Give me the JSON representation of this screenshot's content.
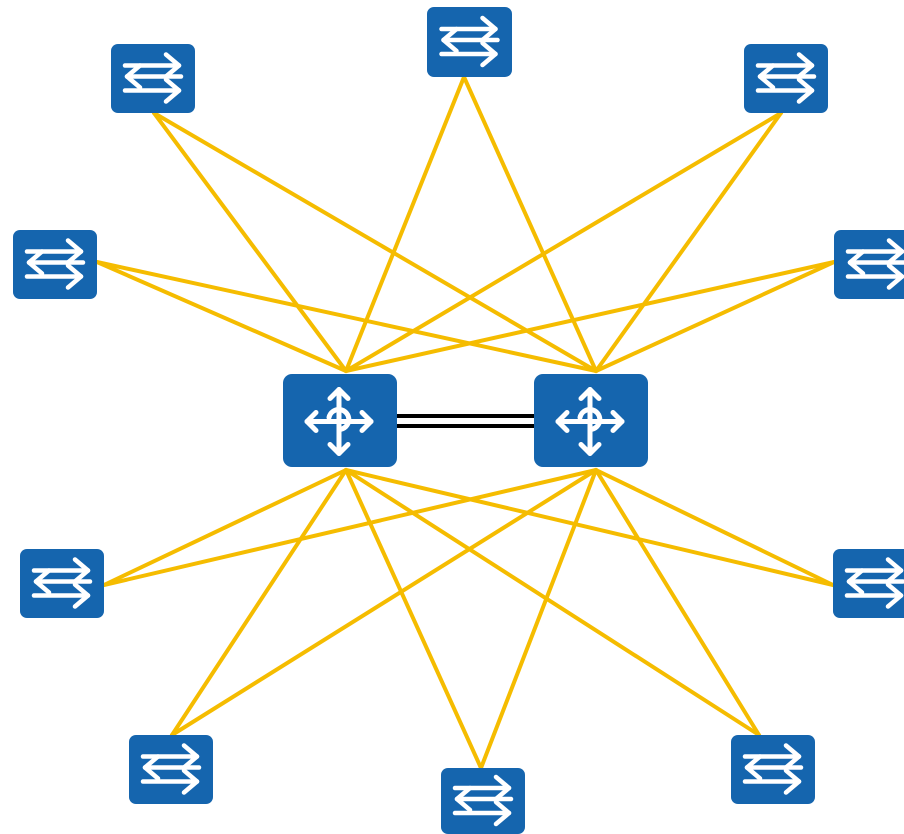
{
  "colors": {
    "link": "#F5BC00",
    "device": "#1565AE",
    "icon": "#FFFFFF",
    "interlink": "#000000"
  },
  "nodes": [
    {
      "id": "router-1",
      "kind": "router",
      "icon": "router-icon"
    },
    {
      "id": "router-2",
      "kind": "router",
      "icon": "router-icon"
    },
    {
      "id": "switch-1",
      "kind": "switch",
      "icon": "switch-icon"
    },
    {
      "id": "switch-2",
      "kind": "switch",
      "icon": "switch-icon"
    },
    {
      "id": "switch-3",
      "kind": "switch",
      "icon": "switch-icon"
    },
    {
      "id": "switch-4",
      "kind": "switch",
      "icon": "switch-icon"
    },
    {
      "id": "switch-5",
      "kind": "switch",
      "icon": "switch-icon"
    },
    {
      "id": "switch-6",
      "kind": "switch",
      "icon": "switch-icon"
    },
    {
      "id": "switch-7",
      "kind": "switch",
      "icon": "switch-icon"
    },
    {
      "id": "switch-8",
      "kind": "switch",
      "icon": "switch-icon"
    },
    {
      "id": "switch-9",
      "kind": "switch",
      "icon": "switch-icon"
    },
    {
      "id": "switch-10",
      "kind": "switch",
      "icon": "switch-icon"
    }
  ],
  "links": [
    [
      "router-1",
      "router-2",
      "double"
    ],
    [
      "switch-1",
      "router-1"
    ],
    [
      "switch-1",
      "router-2"
    ],
    [
      "switch-2",
      "router-1"
    ],
    [
      "switch-2",
      "router-2"
    ],
    [
      "switch-3",
      "router-1"
    ],
    [
      "switch-3",
      "router-2"
    ],
    [
      "switch-4",
      "router-1"
    ],
    [
      "switch-4",
      "router-2"
    ],
    [
      "switch-5",
      "router-1"
    ],
    [
      "switch-5",
      "router-2"
    ],
    [
      "switch-6",
      "router-1"
    ],
    [
      "switch-6",
      "router-2"
    ],
    [
      "switch-7",
      "router-1"
    ],
    [
      "switch-7",
      "router-2"
    ],
    [
      "switch-8",
      "router-1"
    ],
    [
      "switch-8",
      "router-2"
    ],
    [
      "switch-9",
      "router-1"
    ],
    [
      "switch-9",
      "router-2"
    ],
    [
      "switch-10",
      "router-1"
    ],
    [
      "switch-10",
      "router-2"
    ]
  ]
}
